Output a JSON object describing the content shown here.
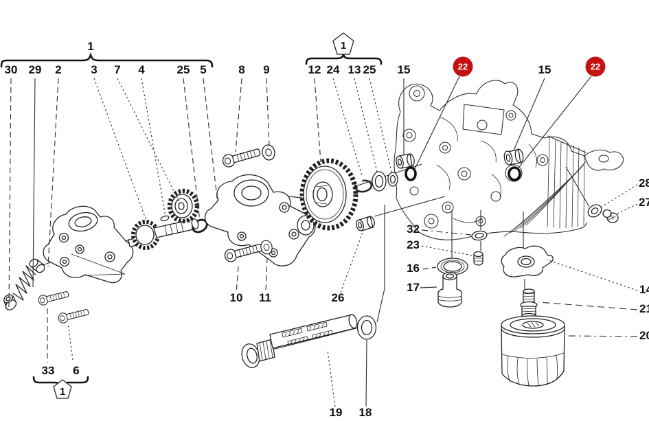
{
  "diagram": {
    "colors": {
      "background": "#ffffff",
      "line": "#222222",
      "label": "#111111",
      "badge_fill": "#c41114",
      "badge_text": "#ffffff"
    },
    "group_markers": {
      "assembly_brace_label": "1",
      "pentagon_top_label": "1",
      "pentagon_bottom_label": "1"
    },
    "badges": [
      {
        "text": "22"
      },
      {
        "text": "22"
      }
    ],
    "callouts": [
      {
        "text": "30"
      },
      {
        "text": "29"
      },
      {
        "text": "2"
      },
      {
        "text": "3"
      },
      {
        "text": "7"
      },
      {
        "text": "4"
      },
      {
        "text": "25"
      },
      {
        "text": "5"
      },
      {
        "text": "8"
      },
      {
        "text": "9"
      },
      {
        "text": "12"
      },
      {
        "text": "24"
      },
      {
        "text": "13"
      },
      {
        "text": "25"
      },
      {
        "text": "15"
      },
      {
        "text": "15"
      },
      {
        "text": "28"
      },
      {
        "text": "27"
      },
      {
        "text": "14"
      },
      {
        "text": "21"
      },
      {
        "text": "20"
      },
      {
        "text": "32"
      },
      {
        "text": "23"
      },
      {
        "text": "16"
      },
      {
        "text": "17"
      },
      {
        "text": "10"
      },
      {
        "text": "11"
      },
      {
        "text": "26"
      },
      {
        "text": "19"
      },
      {
        "text": "18"
      },
      {
        "text": "33"
      },
      {
        "text": "6"
      }
    ]
  }
}
